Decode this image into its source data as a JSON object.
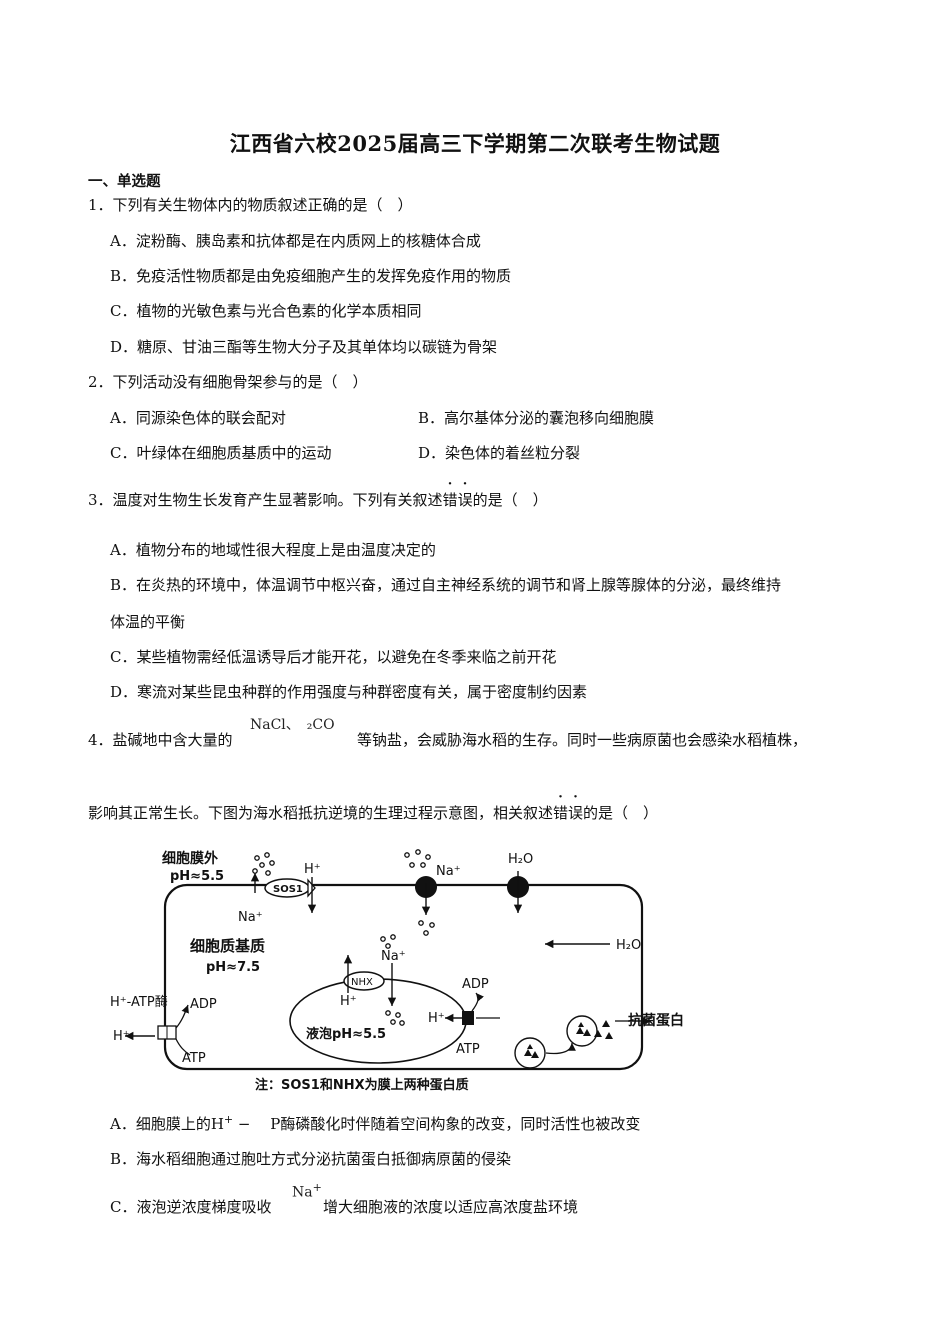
{
  "title": "江西省六校2025届高三下学期第二次联考生物试题",
  "section": "一、单选题",
  "q1": {
    "stem": "1．下列有关生物体内的物质叙述正确的是（　）",
    "A": "A．淀粉酶、胰岛素和抗体都是在内质网上的核糖体合成",
    "B": "B．免疫活性物质都是由免疫细胞产生的发挥免疫作用的物质",
    "C": "C．植物的光敏色素与光合色素的化学本质相同",
    "D": "D．糖原、甘油三酯等生物大分子及其单体均以碳链为骨架"
  },
  "q2": {
    "stem": "2．下列活动没有细胞骨架参与的是（　）",
    "A": "A．同源染色体的联会配对",
    "B": "B．高尔基体分泌的囊泡移向细胞膜",
    "C": "C．叶绿体在细胞质基质中的运动",
    "D": "D．染色体的着丝粒分裂"
  },
  "q3": {
    "stem_pre": "3．温度对生物生长发育产生显著影响。下列有关叙述",
    "stem_dot1": "错",
    "stem_dot2": "误",
    "stem_post": "的是（　）",
    "A": "A．植物分布的地域性很大程度上是由温度决定的",
    "B1": "B．在炎热的环境中，体温调节中枢兴奋，通过自主神经系统的调节和肾上腺等腺体的分泌，最终维持",
    "B2": "体温的平衡",
    "C": "C．某些植物需经低温诱导后才能开花，以避免在冬季来临之前开花",
    "D": "D．寒流对某些昆虫种群的作用强度与种群密度有关，属于密度制约因素"
  },
  "q4": {
    "stem_pre": "4．盐碱地中含大量的",
    "float_chem": "NaCl、　₂CO",
    "stem_mid": "等钠盐，会威胁海水稻的生存。同时一些病原菌也会感染水稻植株，",
    "line2_pre": "影响其正常生长。下图为海水稻抵抗逆境的生理过程示意图，相关叙述",
    "dot1": "错",
    "dot2": "误",
    "line2_post": "的是（　）",
    "A_pre": "A．细胞膜上的H",
    "A_sup": "+",
    "A_mid": " −　 P酶磷酸化时伴随着空间构象的改变，同时活性也被改变",
    "B": "B．海水稻细胞通过胞吐方式分泌抗菌蛋白抵御病原菌的侵染",
    "C_pre": "C．液泡逆浓度梯度吸收",
    "C_float": "Na",
    "C_float_sup": "+",
    "C_post": "增大细胞液的浓度以适应高浓度盐环境"
  },
  "diagram": {
    "outside_label": "细胞膜外",
    "outside_ph": "pH≈5.5",
    "sos1": "SOS1",
    "h_plus": "H⁺",
    "na_plus": "Na⁺",
    "h2o": "H₂O",
    "cytoplasm": "细胞质基质",
    "cyto_ph": "pH≈7.5",
    "nhx": "NHX",
    "vacuole_ph": "液泡pH≈5.5",
    "atpase": "H⁺-ATP酶",
    "adp": "ADP",
    "atp": "ATP",
    "antibacterial": "抗菌蛋白",
    "note": "注：SOS1和NHX为膜上两种蛋白质"
  }
}
